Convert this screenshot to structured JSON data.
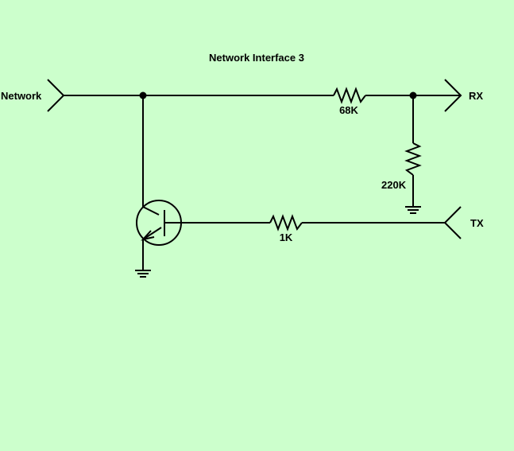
{
  "title": "Network Interface 3",
  "ports": {
    "network": "Network",
    "rx": "RX",
    "tx": "TX"
  },
  "components": {
    "r_series_rx": {
      "value": "68K"
    },
    "r_divider": {
      "value": "220K"
    },
    "r_base": {
      "value": "1K"
    },
    "transistor": {
      "type": "NPN"
    }
  },
  "colors": {
    "background": "#ccffcc",
    "ink": "#000000"
  }
}
